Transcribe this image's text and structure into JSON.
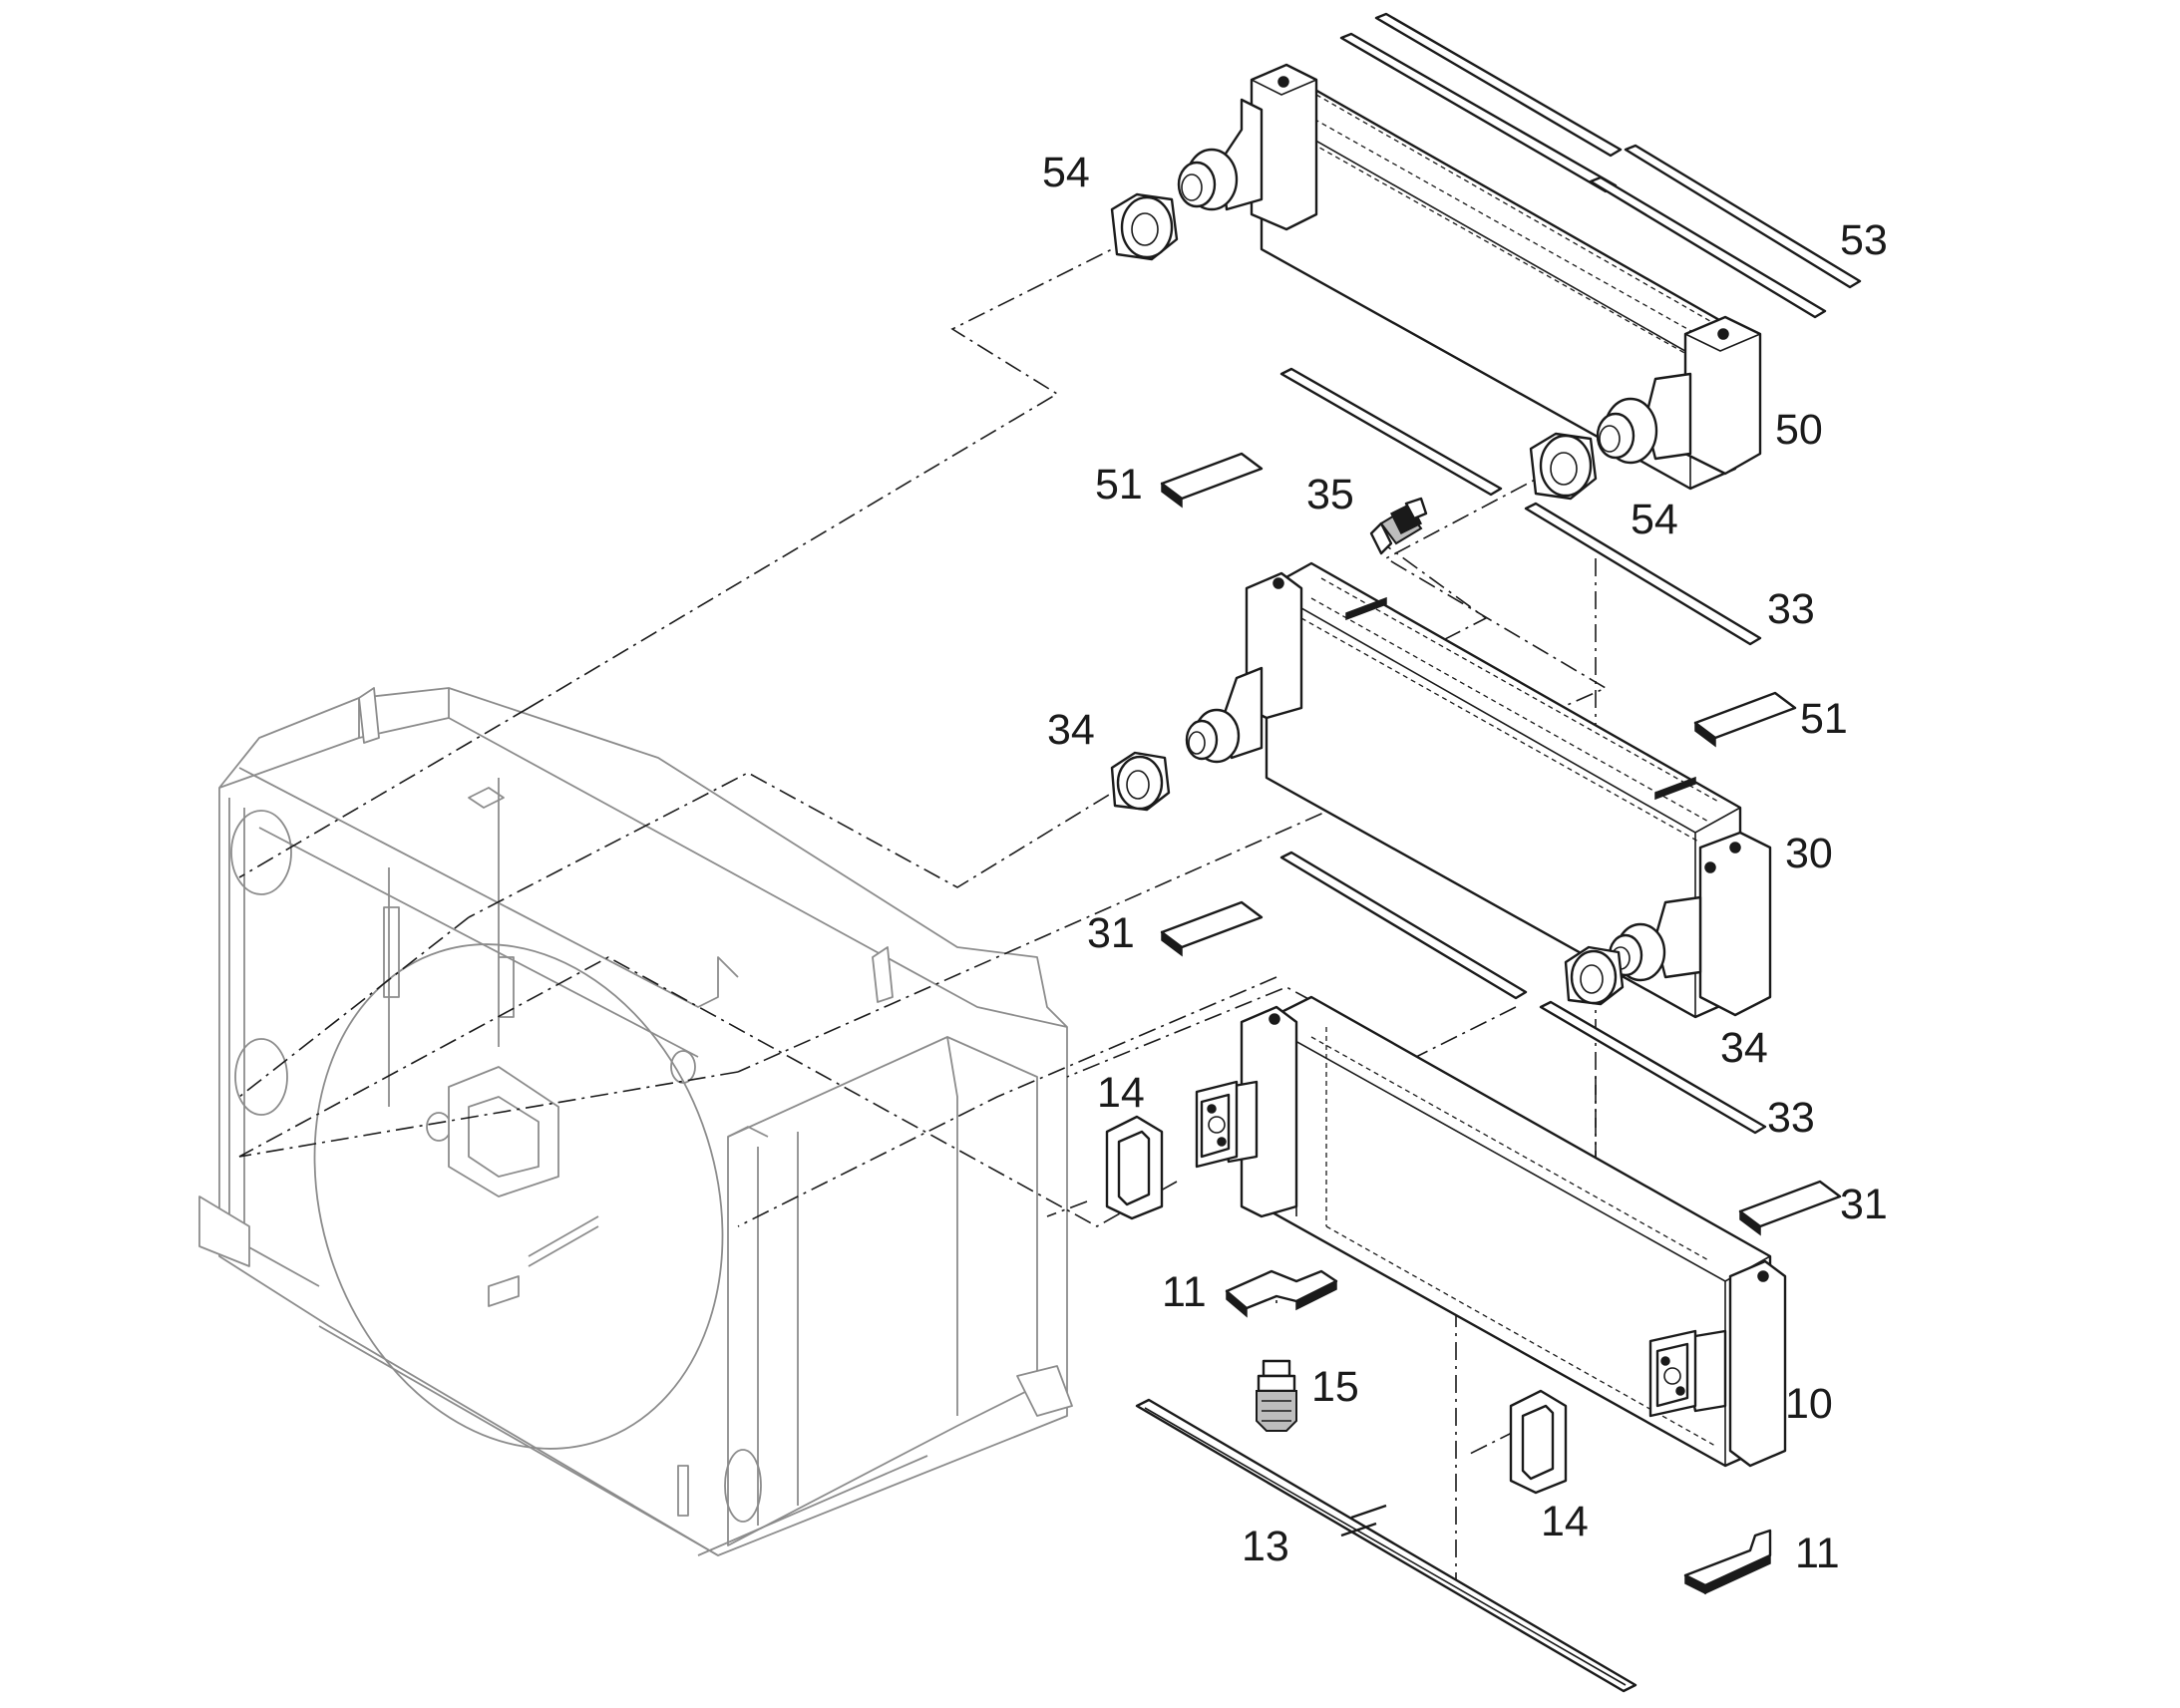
{
  "callouts": {
    "c10": "10",
    "c11a": "11",
    "c11b": "11",
    "c13": "13",
    "c14a": "14",
    "c14b": "14",
    "c15": "15",
    "c30": "30",
    "c31a": "31",
    "c31b": "31",
    "c33a": "33",
    "c33b": "33",
    "c34a": "34",
    "c34b": "34",
    "c35": "35",
    "c50": "50",
    "c51a": "51",
    "c51b": "51",
    "c53": "53",
    "c54a": "54",
    "c54b": "54"
  }
}
